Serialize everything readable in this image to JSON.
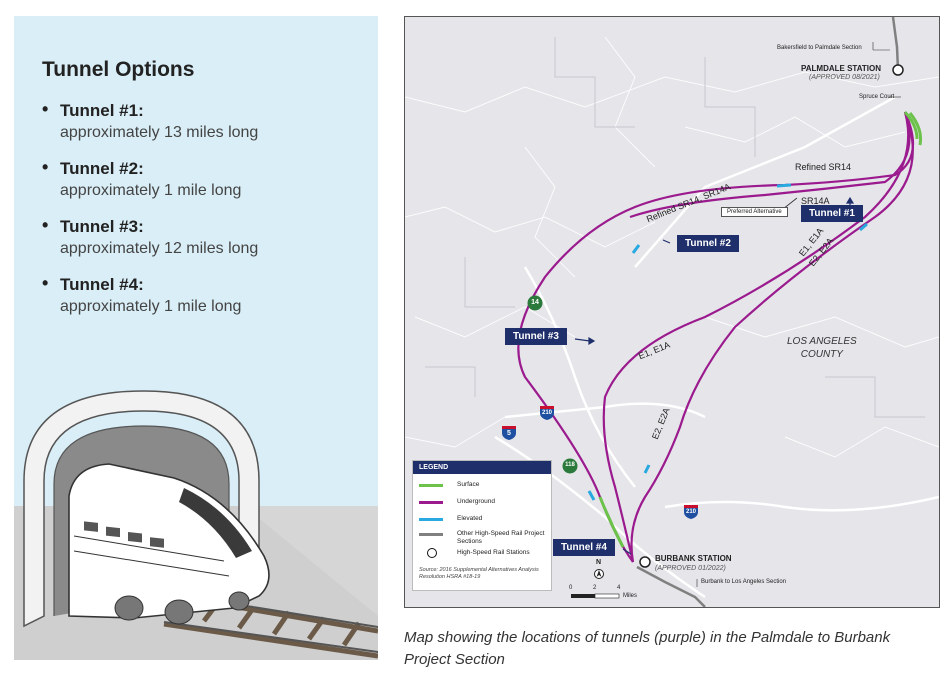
{
  "info": {
    "title": "Tunnel Options",
    "tunnels": [
      {
        "name": "Tunnel #1:",
        "desc": "approximately 13 miles long"
      },
      {
        "name": "Tunnel #2:",
        "desc": "approximately 1 mile long"
      },
      {
        "name": "Tunnel #3:",
        "desc": "approximately 12 miles long"
      },
      {
        "name": "Tunnel #4:",
        "desc": "approximately 1 mile long"
      }
    ]
  },
  "map": {
    "tunnel_badges": [
      "Tunnel #1",
      "Tunnel #2",
      "Tunnel #3",
      "Tunnel #4"
    ],
    "route_labels": {
      "refined_sr14": "Refined SR14",
      "refined_sr14_sr14a": "Refined SR14, SR14A",
      "sr14a": "SR14A",
      "e1_e1a_upper": "E1, E1A",
      "e2_e2a_upper": "E2, E2A",
      "e1_e1a": "E1, E1A",
      "e2_e2a": "E2, E2A"
    },
    "preferred_alternative": "Preferred Alternative",
    "bakersfield_section": "Bakersfield to Palmdale Section",
    "burbank_section": "Burbank to Los Angeles Section",
    "spruce_court": "Spruce Court",
    "palmdale_station": {
      "name": "PALMDALE STATION",
      "note": "(APPROVED 08/2021)"
    },
    "burbank_station": {
      "name": "BURBANK STATION",
      "note": "(APPROVED 01/2022)"
    },
    "county": [
      "LOS ANGELES",
      "COUNTY"
    ],
    "shields": {
      "sr14": "14",
      "i210_upper": "210",
      "i5": "5",
      "sr118": "118",
      "i210_lower": "210"
    },
    "north_arrow": "N",
    "scale": {
      "ticks": [
        "0",
        "2",
        "4"
      ],
      "unit": "Miles"
    },
    "legend": {
      "title": "LEGEND",
      "items": [
        {
          "label": "Surface",
          "color": "#6cc24a"
        },
        {
          "label": "Underground",
          "color": "#9b1a8e"
        },
        {
          "label": "Elevated",
          "color": "#29a9e0"
        },
        {
          "label": "Other High-Speed Rail Project Sections",
          "color": "#808080"
        },
        {
          "label": "High-Speed Rail Stations",
          "color": "#000000"
        }
      ],
      "source": "Source: 2016 Supplemental Alternatives Analysis Resolution HSRA #18-19"
    }
  },
  "caption": "Map showing the locations of tunnels (purple) in the Palmdale to Burbank Project Section",
  "colors": {
    "panel": "#d9eef7",
    "badge": "#1e2f6b",
    "underground": "#9b1a8e",
    "surface": "#6cc24a",
    "elevated": "#29a9e0"
  }
}
